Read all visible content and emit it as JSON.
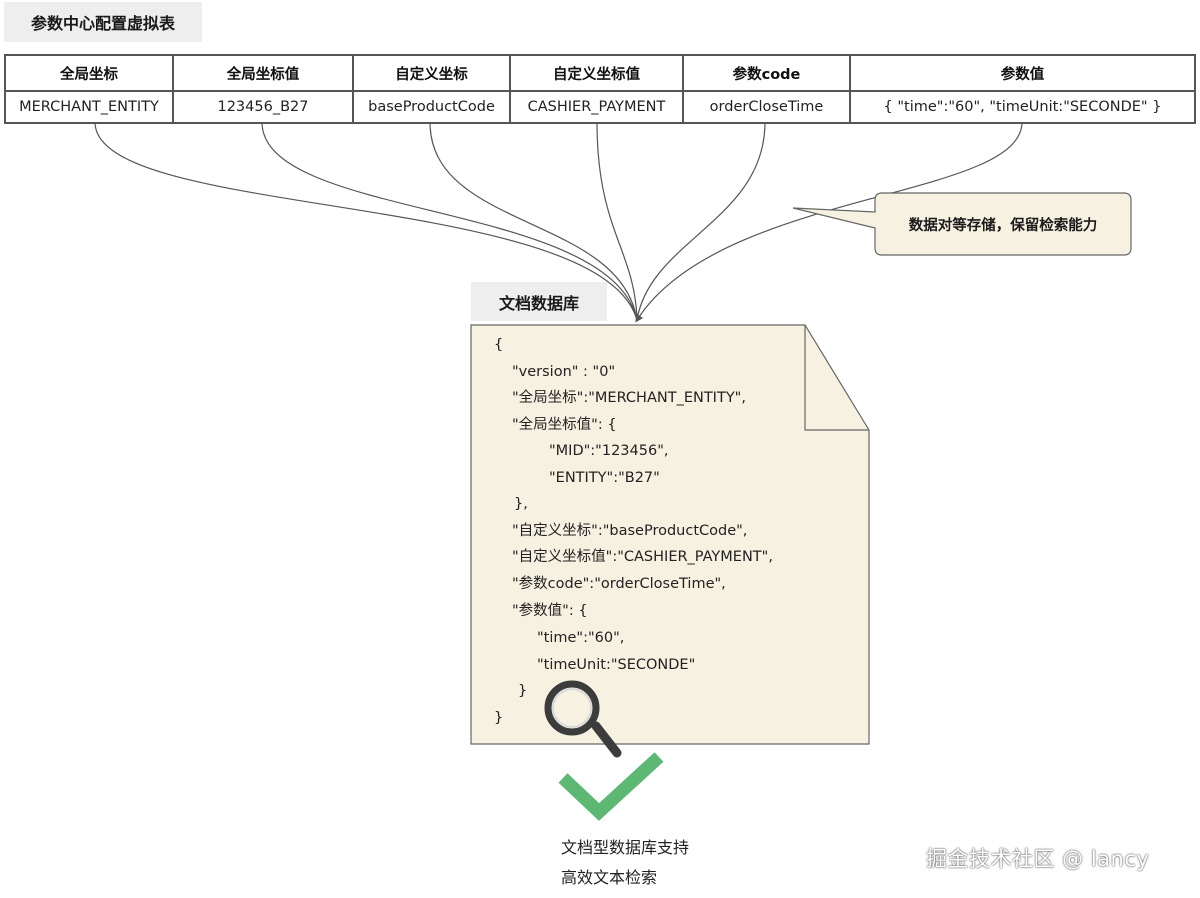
{
  "table_title": "参数中心配置虚拟表",
  "table": {
    "headers": [
      "全局坐标",
      "全局坐标值",
      "自定义坐标",
      "自定义坐标值",
      "参数code",
      "参数值"
    ],
    "row": [
      "MERCHANT_ENTITY",
      "123456_B27",
      "baseProductCode",
      "CASHIER_PAYMENT",
      "orderCloseTime",
      "{ \"time\":\"60\", \"timeUnit:\"SECONDE\" }"
    ]
  },
  "callout": "数据对等存储，保留检索能力",
  "doc_db_title": "文档数据库",
  "document_lines": [
    "{",
    "\"version\" : \"0\"",
    "\"全局坐标\":\"MERCHANT_ENTITY\",",
    "\"全局坐标值\": {",
    "\"MID\":\"123456\",",
    "\"ENTITY\":\"B27\"",
    "},",
    "\"自定义坐标\":\"baseProductCode\",",
    "\"自定义坐标值\":\"CASHIER_PAYMENT\",",
    "\"参数code\":\"orderCloseTime\",",
    "\"参数值\": {",
    "\"time\":\"60\",",
    "\"timeUnit:\"SECONDE\"",
    "}",
    "}"
  ],
  "caption": [
    "文档型数据库支持",
    "高效文本检索"
  ],
  "watermark": "掘金技术社区 @ lancy",
  "icons": [
    "magnifier-icon",
    "checkmark-icon"
  ],
  "colors": {
    "document_fill": "#f7f1e1",
    "callout_fill": "#f7f1e1",
    "label_fill": "#eeeeee",
    "checkmark": "#5cb873",
    "magnifier": "#3c3c3c"
  }
}
